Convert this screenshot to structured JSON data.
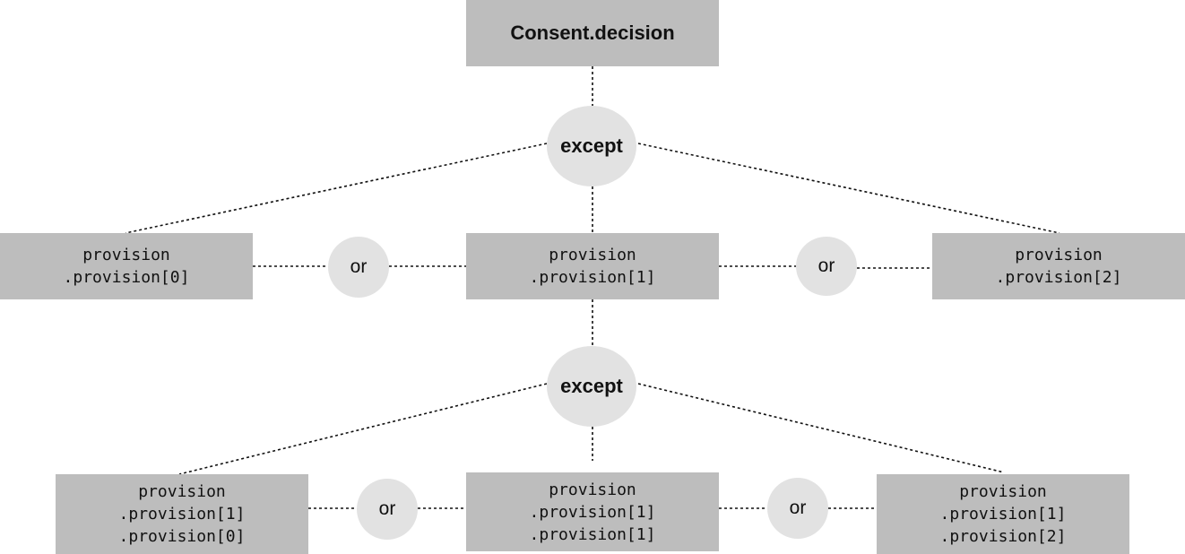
{
  "root": {
    "label": "Consent.decision"
  },
  "operators": {
    "except_top": "except",
    "except_bottom": "except",
    "or_top_left": "or",
    "or_top_right": "or",
    "or_bottom_left": "or",
    "or_bottom_right": "or"
  },
  "level1": [
    {
      "lines": [
        "provision",
        ".provision[0]"
      ]
    },
    {
      "lines": [
        "provision",
        ".provision[1]"
      ]
    },
    {
      "lines": [
        "provision",
        ".provision[2]"
      ]
    }
  ],
  "level2": [
    {
      "lines": [
        "provision",
        ".provision[1]",
        ".provision[0]"
      ]
    },
    {
      "lines": [
        "provision",
        ".provision[1]",
        ".provision[1]"
      ]
    },
    {
      "lines": [
        "provision",
        ".provision[1]",
        ".provision[2]"
      ]
    }
  ],
  "colors": {
    "box_fill": "#bdbdbd",
    "operator_fill": "#e2e2e2",
    "connector": "#111111"
  }
}
